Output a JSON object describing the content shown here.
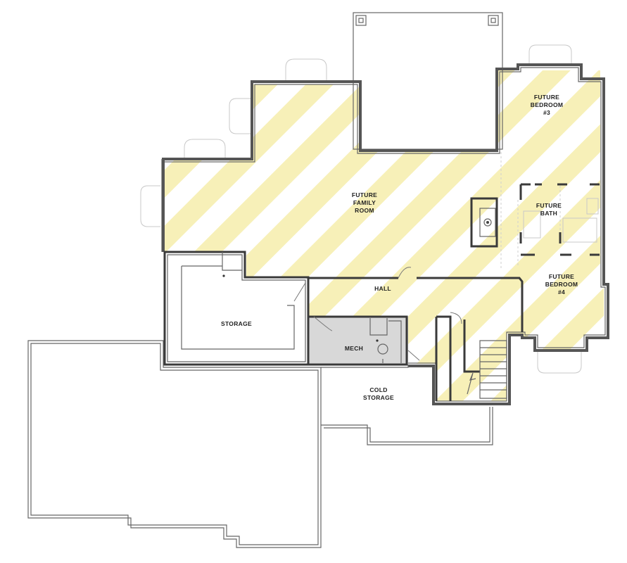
{
  "colors": {
    "future_stripe": "#f7f0b8",
    "mech_fill": "#d8d8d8",
    "wall": "#555555"
  },
  "rooms": {
    "future_bedroom_3": {
      "line1": "FUTURE",
      "line2": "BEDROOM",
      "line3": "#3"
    },
    "future_family_room": {
      "line1": "FUTURE",
      "line2": "FAMILY",
      "line3": "ROOM"
    },
    "future_bath": {
      "line1": "FUTURE",
      "line2": "BATH"
    },
    "future_bedroom_4": {
      "line1": "FUTURE",
      "line2": "BEDROOM",
      "line3": "#4"
    },
    "hall": {
      "line1": "HALL"
    },
    "storage": {
      "line1": "STORAGE"
    },
    "mech": {
      "line1": "MECH"
    },
    "cold_storage": {
      "line1": "COLD",
      "line2": "STORAGE"
    }
  }
}
